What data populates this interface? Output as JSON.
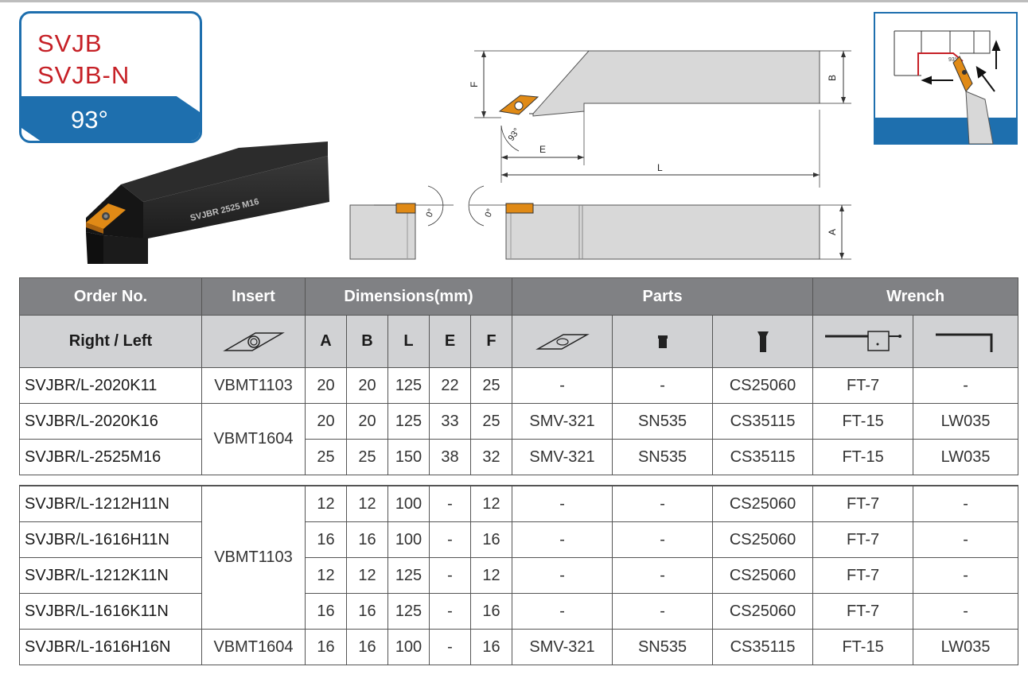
{
  "badge": {
    "code1": "SVJB",
    "code2": "SVJB-N",
    "angle": "93°",
    "colors": {
      "code": "#c62026",
      "band": "#1e6fae",
      "border": "#1e6fae"
    }
  },
  "photo": {
    "engraving": "SVJBR 2525 M16"
  },
  "drawing": {
    "dim_F": "F",
    "dim_B": "B",
    "dim_E": "E",
    "dim_L": "L",
    "dim_A": "A",
    "angle_main": "93°",
    "angle_left": "0°",
    "angle_right": "0°",
    "inset_angle": "93°"
  },
  "table": {
    "header": {
      "order": "Order No.",
      "insert": "Insert",
      "dimensions": "Dimensions(mm)",
      "parts": "Parts",
      "wrench": "Wrench"
    },
    "subheader": {
      "right_left": "Right / Left",
      "A": "A",
      "B": "B",
      "L": "L",
      "E": "E",
      "F": "F"
    },
    "icons": {
      "insert": "rhombic-insert-with-hole-icon",
      "shim": "rhombic-shim-icon",
      "shim_screw": "shim-screw-icon",
      "clamp_screw": "clamp-screw-icon",
      "torque_wrench": "torx-wrench-icon",
      "hex_key": "hex-key-icon"
    },
    "group1_insert_a": "VBMT1103",
    "group1_insert_b": "VBMT1604",
    "group2_insert_a": "VBMT1103",
    "group2_insert_b": "VBMT1604",
    "rows": [
      {
        "order": "SVJBR/L-2020K11",
        "A": "20",
        "B": "20",
        "L": "125",
        "E": "22",
        "F": "25",
        "shim": "-",
        "shim_screw": "-",
        "clamp": "CS25060",
        "wrench1": "FT-7",
        "wrench2": "-"
      },
      {
        "order": "SVJBR/L-2020K16",
        "A": "20",
        "B": "20",
        "L": "125",
        "E": "33",
        "F": "25",
        "shim": "SMV-321",
        "shim_screw": "SN535",
        "clamp": "CS35115",
        "wrench1": "FT-15",
        "wrench2": "LW035"
      },
      {
        "order": "SVJBR/L-2525M16",
        "A": "25",
        "B": "25",
        "L": "150",
        "E": "38",
        "F": "32",
        "shim": "SMV-321",
        "shim_screw": "SN535",
        "clamp": "CS35115",
        "wrench1": "FT-15",
        "wrench2": "LW035"
      },
      {
        "order": "SVJBR/L-1212H11N",
        "A": "12",
        "B": "12",
        "L": "100",
        "E": "-",
        "F": "12",
        "shim": "-",
        "shim_screw": "-",
        "clamp": "CS25060",
        "wrench1": "FT-7",
        "wrench2": "-"
      },
      {
        "order": "SVJBR/L-1616H11N",
        "A": "16",
        "B": "16",
        "L": "100",
        "E": "-",
        "F": "16",
        "shim": "-",
        "shim_screw": "-",
        "clamp": "CS25060",
        "wrench1": "FT-7",
        "wrench2": "-"
      },
      {
        "order": "SVJBR/L-1212K11N",
        "A": "12",
        "B": "12",
        "L": "125",
        "E": "-",
        "F": "12",
        "shim": "-",
        "shim_screw": "-",
        "clamp": "CS25060",
        "wrench1": "FT-7",
        "wrench2": "-"
      },
      {
        "order": "SVJBR/L-1616K11N",
        "A": "16",
        "B": "16",
        "L": "125",
        "E": "-",
        "F": "16",
        "shim": "-",
        "shim_screw": "-",
        "clamp": "CS25060",
        "wrench1": "FT-7",
        "wrench2": "-"
      },
      {
        "order": "SVJBR/L-1616H16N",
        "A": "16",
        "B": "16",
        "L": "100",
        "E": "-",
        "F": "16",
        "shim": "SMV-321",
        "shim_screw": "SN535",
        "clamp": "CS35115",
        "wrench1": "FT-15",
        "wrench2": "LW035"
      }
    ]
  }
}
